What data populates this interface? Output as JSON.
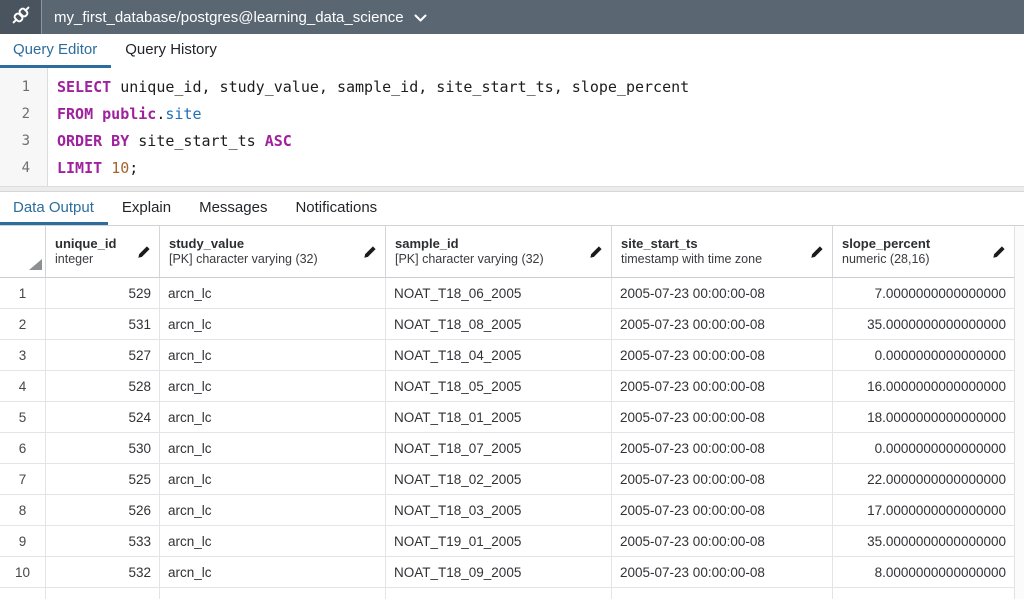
{
  "titlebar": {
    "connection_label": "my_first_database/postgres@learning_data_science",
    "icon": "connection-plug-icon",
    "chevron_icon": "chevron-down-icon"
  },
  "editor_tabs": {
    "query_editor": "Query Editor",
    "query_history": "Query History",
    "active": "Query Editor"
  },
  "sql": {
    "lines": [
      {
        "number": "1",
        "tokens": [
          {
            "text": "SELECT",
            "style": "kw"
          },
          {
            "text": " unique_id, study_value, sample_id, site_start_ts, slope_percent",
            "style": "plain"
          }
        ]
      },
      {
        "number": "2",
        "tokens": [
          {
            "text": "FROM",
            "style": "kw"
          },
          {
            "text": " ",
            "style": "plain"
          },
          {
            "text": "public",
            "style": "kw"
          },
          {
            "text": ".",
            "style": "plain"
          },
          {
            "text": "site",
            "style": "var"
          }
        ]
      },
      {
        "number": "3",
        "tokens": [
          {
            "text": "ORDER BY",
            "style": "kw"
          },
          {
            "text": " site_start_ts ",
            "style": "plain"
          },
          {
            "text": "ASC",
            "style": "kw"
          }
        ]
      },
      {
        "number": "4",
        "tokens": [
          {
            "text": "LIMIT",
            "style": "kw"
          },
          {
            "text": " ",
            "style": "plain"
          },
          {
            "text": "10",
            "style": "num"
          },
          {
            "text": ";",
            "style": "plain"
          }
        ]
      }
    ]
  },
  "result_tabs": {
    "data_output": "Data Output",
    "explain": "Explain",
    "messages": "Messages",
    "notifications": "Notifications",
    "active": "Data Output"
  },
  "grid": {
    "columns": [
      {
        "name": "unique_id",
        "type": "integer",
        "align": "right"
      },
      {
        "name": "study_value",
        "type": "[PK] character varying (32)",
        "align": "left"
      },
      {
        "name": "sample_id",
        "type": "[PK] character varying (32)",
        "align": "left"
      },
      {
        "name": "site_start_ts",
        "type": "timestamp with time zone",
        "align": "left"
      },
      {
        "name": "slope_percent",
        "type": "numeric (28,16)",
        "align": "right"
      }
    ],
    "rows": [
      {
        "n": "1",
        "cells": [
          "529",
          "arcn_lc",
          "NOAT_T18_06_2005",
          "2005-07-23 00:00:00-08",
          "7.0000000000000000"
        ]
      },
      {
        "n": "2",
        "cells": [
          "531",
          "arcn_lc",
          "NOAT_T18_08_2005",
          "2005-07-23 00:00:00-08",
          "35.0000000000000000"
        ]
      },
      {
        "n": "3",
        "cells": [
          "527",
          "arcn_lc",
          "NOAT_T18_04_2005",
          "2005-07-23 00:00:00-08",
          "0.0000000000000000"
        ]
      },
      {
        "n": "4",
        "cells": [
          "528",
          "arcn_lc",
          "NOAT_T18_05_2005",
          "2005-07-23 00:00:00-08",
          "16.0000000000000000"
        ]
      },
      {
        "n": "5",
        "cells": [
          "524",
          "arcn_lc",
          "NOAT_T18_01_2005",
          "2005-07-23 00:00:00-08",
          "18.0000000000000000"
        ]
      },
      {
        "n": "6",
        "cells": [
          "530",
          "arcn_lc",
          "NOAT_T18_07_2005",
          "2005-07-23 00:00:00-08",
          "0.0000000000000000"
        ]
      },
      {
        "n": "7",
        "cells": [
          "525",
          "arcn_lc",
          "NOAT_T18_02_2005",
          "2005-07-23 00:00:00-08",
          "22.0000000000000000"
        ]
      },
      {
        "n": "8",
        "cells": [
          "526",
          "arcn_lc",
          "NOAT_T18_03_2005",
          "2005-07-23 00:00:00-08",
          "17.0000000000000000"
        ]
      },
      {
        "n": "9",
        "cells": [
          "533",
          "arcn_lc",
          "NOAT_T19_01_2005",
          "2005-07-23 00:00:00-08",
          "35.0000000000000000"
        ]
      },
      {
        "n": "10",
        "cells": [
          "532",
          "arcn_lc",
          "NOAT_T18_09_2005",
          "2005-07-23 00:00:00-08",
          "8.0000000000000000"
        ]
      }
    ]
  },
  "colors": {
    "titlebar_bg": "#5a6773",
    "accent_tab_blue": "#2c6d9d",
    "sql_keyword": "#a0219e",
    "sql_identifier_blue": "#1e6fba",
    "sql_number": "#a5642a"
  }
}
